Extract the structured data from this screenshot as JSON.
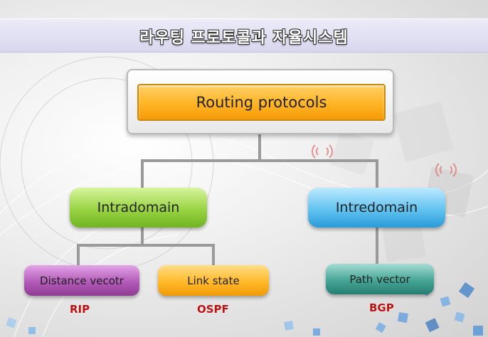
{
  "title": "라우팅 프로토콜과 자율시스템",
  "diagram": {
    "root": "Routing protocols",
    "branches": [
      {
        "label": "Intradomain",
        "color": "#8fcd3a",
        "children": [
          {
            "label": "Distance vecotr",
            "protocol": "RIP",
            "color": "#a84eae"
          },
          {
            "label": "Link state",
            "protocol": "OSPF",
            "color": "#fdb020"
          }
        ]
      },
      {
        "label": "Intredomain",
        "color": "#4ab6ea",
        "children": [
          {
            "label": "Path vector",
            "protocol": "BGP",
            "color": "#3a9a8b"
          }
        ]
      }
    ],
    "connector_color": "#9a9a9a",
    "protocol_color": "#c01010"
  }
}
